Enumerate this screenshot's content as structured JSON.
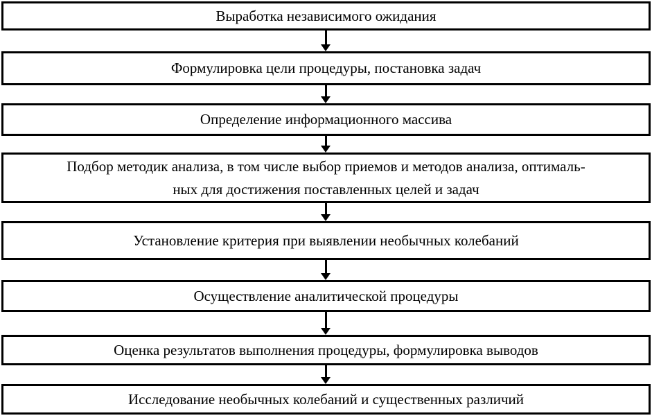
{
  "diagram": {
    "type": "flowchart",
    "direction": "top-down",
    "steps": [
      {
        "label": "Выработка независимого ожидания"
      },
      {
        "label": "Формулировка цели процедуры, постановка задач"
      },
      {
        "label": "Определение информационного массива"
      },
      {
        "label": "Подбор методик анализа, в том числе выбор приемов и методов анализа, оптималь-\nных для достижения поставленных целей и задач"
      },
      {
        "label": "Установление критерия при выявлении необычных колебаний"
      },
      {
        "label": "Осуществление аналитической процедуры"
      },
      {
        "label": "Оценка результатов выполнения процедуры, формулировка выводов"
      },
      {
        "label": "Исследование необычных колебаний и существенных различий"
      }
    ],
    "colors": {
      "border": "#000000",
      "text": "#000000",
      "background": "#ffffff",
      "arrow": "#000000"
    }
  }
}
